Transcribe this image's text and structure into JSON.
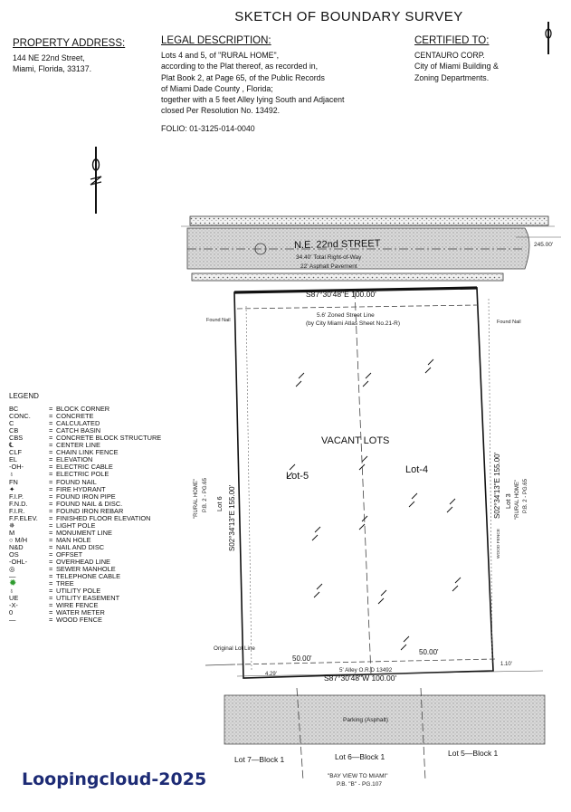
{
  "title": "SKETCH OF BOUNDARY SURVEY",
  "property": {
    "heading": "PROPERTY ADDRESS:",
    "lines": [
      "144 NE 22nd Street,",
      "Miami, Florida, 33137."
    ]
  },
  "legal": {
    "heading": "LEGAL DESCRIPTION:",
    "lines": [
      "Lots 4 and 5,   of   \"RURAL HOME\",",
      "according to the Plat thereof, as recorded in,",
      "Plat Book 2, at Page 65, of the Public Records",
      "of Miami Dade County , Florida;",
      "together with a 5 feet Alley lying South and Adjacent",
      "closed  Per Resolution No. 13492."
    ],
    "folio": "FOLIO: 01-3125-014-0040"
  },
  "certified": {
    "heading": "CERTIFIED TO:",
    "lines": [
      "CENTAURO CORP.",
      "City of Miami Building &",
      "Zoning Departments."
    ]
  },
  "legend": {
    "heading": "LEGEND",
    "items": [
      {
        "abbr": "BC",
        "desc": "BLOCK CORNER"
      },
      {
        "abbr": "CONC.",
        "desc": "CONCRETE"
      },
      {
        "abbr": "C",
        "desc": "CALCULATED"
      },
      {
        "abbr": "CB",
        "desc": "CATCH BASIN"
      },
      {
        "abbr": "CBS",
        "desc": "CONCRETE BLOCK STRUCTURE"
      },
      {
        "abbr": "℄",
        "desc": "CENTER LINE"
      },
      {
        "abbr": "CLF",
        "desc": "CHAIN LINK FENCE"
      },
      {
        "abbr": "EL",
        "desc": "ELEVATION"
      },
      {
        "abbr": "-OH-",
        "desc": "ELECTRIC CABLE"
      },
      {
        "abbr": "♁",
        "desc": "ELECTRIC POLE"
      },
      {
        "abbr": "FN",
        "desc": "FOUND NAIL"
      },
      {
        "abbr": "✦",
        "desc": "FIRE HYDRANT"
      },
      {
        "abbr": "F.I.P.",
        "desc": "FOUND IRON PIPE"
      },
      {
        "abbr": "F.N.D.",
        "desc": "FOUND NAIL & DISC."
      },
      {
        "abbr": "F.I.R.",
        "desc": "FOUND IRON REBAR"
      },
      {
        "abbr": "F.F.ELEV.",
        "desc": "FINISHED FLOOR ELEVATION"
      },
      {
        "abbr": "✵",
        "desc": "LIGHT POLE"
      },
      {
        "abbr": "M",
        "desc": "MONUMENT LINE"
      },
      {
        "abbr": "○ M/H",
        "desc": "MAN HOLE"
      },
      {
        "abbr": "N&D",
        "desc": "NAIL AND DISC"
      },
      {
        "abbr": "OS",
        "desc": "OFFSET"
      },
      {
        "abbr": "-OHL-",
        "desc": "OVERHEAD LINE"
      },
      {
        "abbr": "◎",
        "desc": "SEWER  MANHOLE"
      },
      {
        "abbr": "—",
        "desc": "TELEPHONE CABLE"
      },
      {
        "abbr": "✹",
        "desc": "TREE"
      },
      {
        "abbr": "♁",
        "desc": "UTILITY POLE"
      },
      {
        "abbr": "UE",
        "desc": "UTILITY EASEMENT"
      },
      {
        "abbr": "-X-",
        "desc": "WIRE FENCE"
      },
      {
        "abbr": "0",
        "desc": "WATER METER"
      },
      {
        "abbr": "—",
        "desc": "WOOD FENCE"
      }
    ]
  },
  "plan": {
    "street": "N.E.  22nd  STREET",
    "row_total": "34.40' Total Right-of-Way",
    "asphalt": "22' Asphalt Pavement",
    "north_bearing": "S87°30'48\"E  100.00'",
    "south_bearing": "S87°30'48\"W  100.00'",
    "west_bearing": "S02°34'13\"E  155.00'",
    "east_bearing": "S02°34'13\"E  155.00'",
    "zoned_line": "5.6' Zoned Street Line",
    "zoned_ref": "(by City Miami Atlas Sheet No.21-R)",
    "vacant": "VACANT  LOTS",
    "lot5": "Lot-5",
    "lot4": "Lot-4",
    "lot6": "Lot 6",
    "lot3": "Lot 3",
    "rural_home_w": "\"RURAL HOME\"",
    "plat_w": "P.B.  2 - PG.65",
    "rural_home_e": "\"RURAL HOME\"",
    "plat_e": "P.B. 2 - PG.65",
    "original_lot_line": "Original Lot Line",
    "alley": "5' Alley O.R.D 13492",
    "south_w_dim": "50.00'",
    "south_e_dim": "50.00'",
    "w_offset": "4.29'",
    "e_offset": "1.10'",
    "parking": "Parking (Asphalt)",
    "blk_lot7": "Lot  7—Block  1",
    "blk_lot6": "Lot  6—Block  1",
    "blk_lot5": "Lot  5—Block  1",
    "bayview": "\"BAY VIEW TO MIAMI\"",
    "bayview_pb": "P.B.  \"B\" - PG.107",
    "far_right_dim": "245.00'",
    "found_nail_w": "Found  Nail",
    "found_nail_e": "Found  Nail",
    "wood_fence": "WOOD FENCE"
  },
  "watermark": "Loopingcloud-2025"
}
